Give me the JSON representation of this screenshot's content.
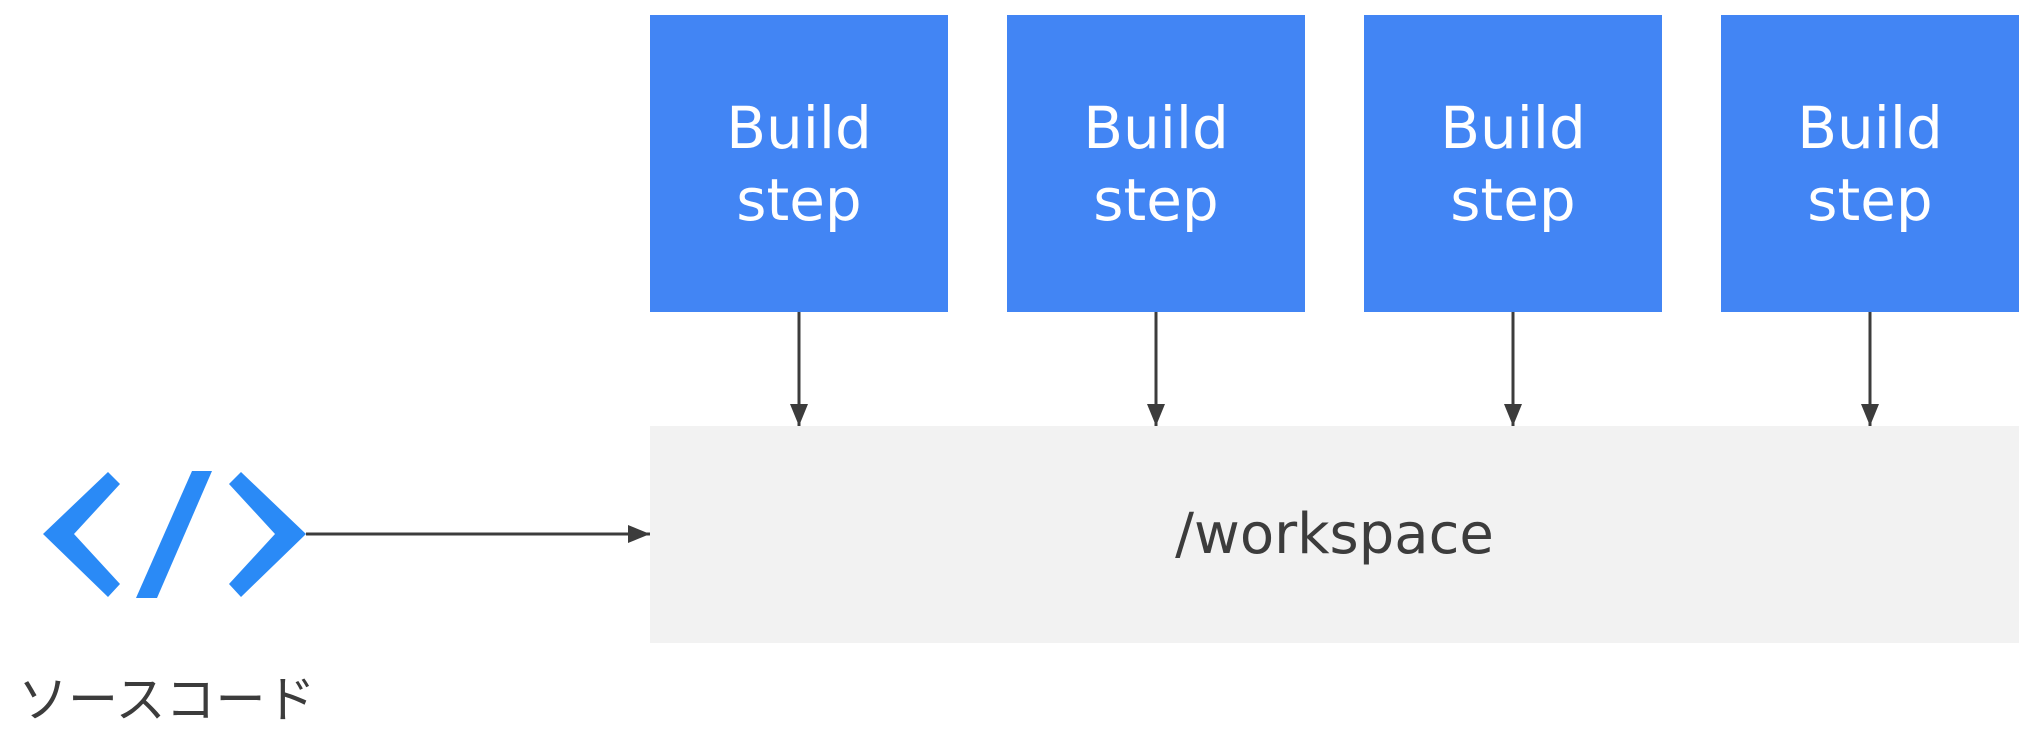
{
  "diagram": {
    "steps": [
      {
        "line1": "Build",
        "line2": "step"
      },
      {
        "line1": "Build",
        "line2": "step"
      },
      {
        "line1": "Build",
        "line2": "step"
      },
      {
        "line1": "Build",
        "line2": "step"
      }
    ],
    "workspace_label": "/workspace",
    "source_label": "ソースコード",
    "colors": {
      "step_fill": "#4285f4",
      "workspace_fill": "#f2f2f2",
      "code_icon": "#2a8af6",
      "arrow": "#3c3c3c"
    },
    "icons": {
      "source": "code-icon"
    }
  }
}
